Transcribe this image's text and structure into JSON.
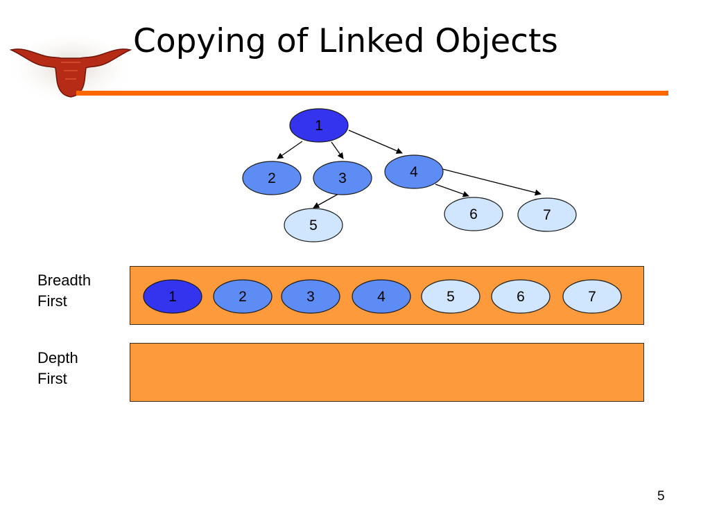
{
  "slide": {
    "title": "Copying of Linked Objects",
    "page_number": "5"
  },
  "colors": {
    "rule": "#ff6600",
    "band_fill": "#fd9a3b",
    "node_level1": "#3434ee",
    "node_level2": "#5c8cf4",
    "node_level3": "#cfe6fe",
    "stroke": "#1a1a1a"
  },
  "tree": {
    "nodes": [
      {
        "id": "1",
        "label": "1",
        "depth": 1
      },
      {
        "id": "2",
        "label": "2",
        "depth": 2
      },
      {
        "id": "3",
        "label": "3",
        "depth": 2
      },
      {
        "id": "4",
        "label": "4",
        "depth": 2
      },
      {
        "id": "5",
        "label": "5",
        "depth": 3
      },
      {
        "id": "6",
        "label": "6",
        "depth": 3
      },
      {
        "id": "7",
        "label": "7",
        "depth": 3
      }
    ],
    "edges": [
      {
        "from": "1",
        "to": "2"
      },
      {
        "from": "1",
        "to": "3"
      },
      {
        "from": "1",
        "to": "4"
      },
      {
        "from": "3",
        "to": "5"
      },
      {
        "from": "4",
        "to": "6"
      },
      {
        "from": "4",
        "to": "7"
      }
    ]
  },
  "breadth_first": {
    "label_line1": "Breadth",
    "label_line2": "First",
    "order": [
      "1",
      "2",
      "3",
      "4",
      "5",
      "6",
      "7"
    ]
  },
  "depth_first": {
    "label_line1": "Depth",
    "label_line2": "First",
    "order": []
  },
  "logo": {
    "icon": "longhorn-logo-icon"
  }
}
